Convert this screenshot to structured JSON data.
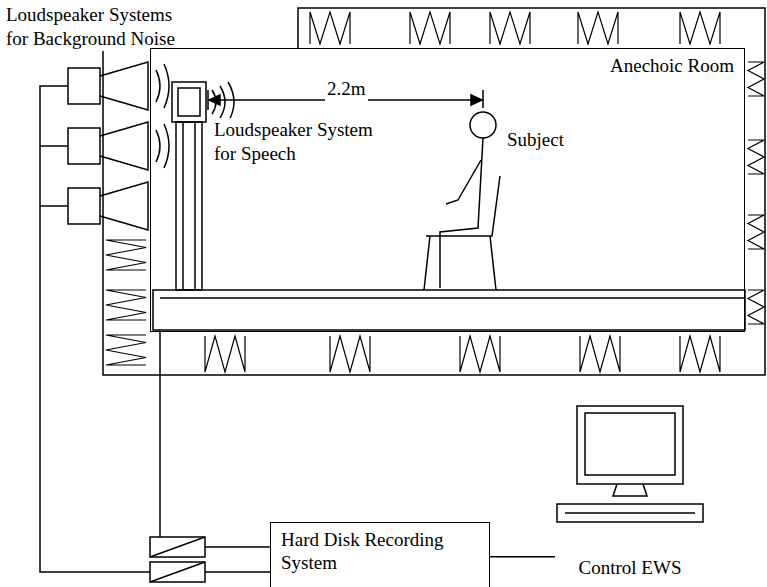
{
  "diagram": {
    "nodes": [
      {
        "text": [
          "Anechoic Room"
        ]
      },
      {
        "text": [
          "Hard Disk Recording System"
        ]
      },
      {
        "text": [
          "Control EWS"
        ]
      }
    ],
    "edges": [
      {
        "from": 1,
        "to": 2,
        "arrow": "none"
      }
    ],
    "labels": [
      "Loudspeaker Systems for Background Noise",
      "2.2m",
      "Loudspeaker System for Speech",
      "Subject"
    ]
  }
}
